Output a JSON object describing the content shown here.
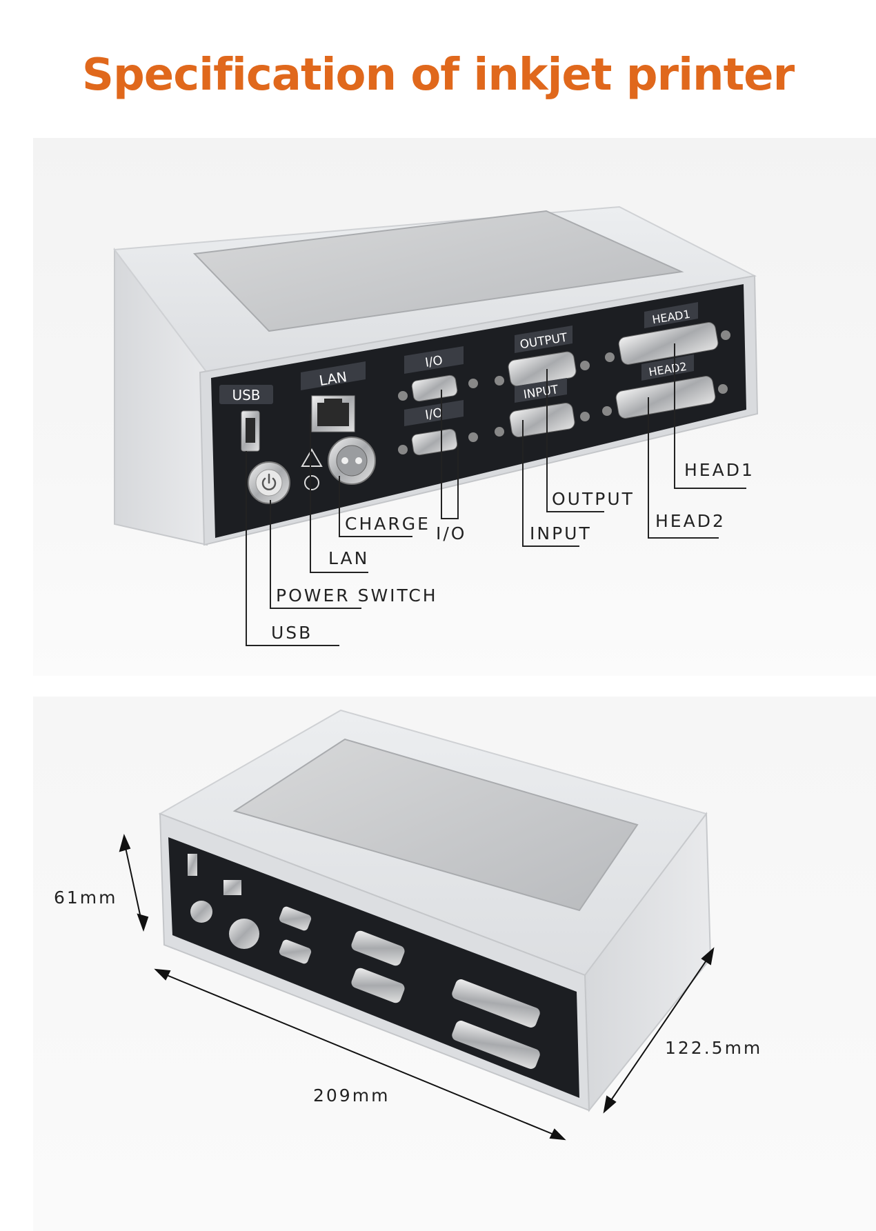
{
  "title": "Specification of inkjet printer",
  "colors": {
    "title": "#e0681c",
    "panel": "#1c1e22",
    "case": "#e6e7e9",
    "screen": "#c9cbcd"
  },
  "panel_tags": {
    "usb": "USB",
    "lan": "LAN",
    "io_top": "I/O",
    "io_bottom": "I/O",
    "output": "OUTPUT",
    "input": "INPUT",
    "head1": "HEAD1",
    "head2": "HEAD2"
  },
  "callouts": {
    "head1": "HEAD1",
    "output": "OUTPUT",
    "head2": "HEAD2",
    "charge": "CHARGE",
    "io": "I/O",
    "input": "INPUT",
    "lan": "LAN",
    "power_switch": "POWER SWITCH",
    "usb": "USB"
  },
  "dimensions": {
    "height": "61mm",
    "width": "209mm",
    "depth": "122.5mm"
  },
  "icons": [
    "power-icon",
    "warning-icon",
    "ethernet-port-icon",
    "usb-port-icon",
    "round-connector-icon"
  ]
}
